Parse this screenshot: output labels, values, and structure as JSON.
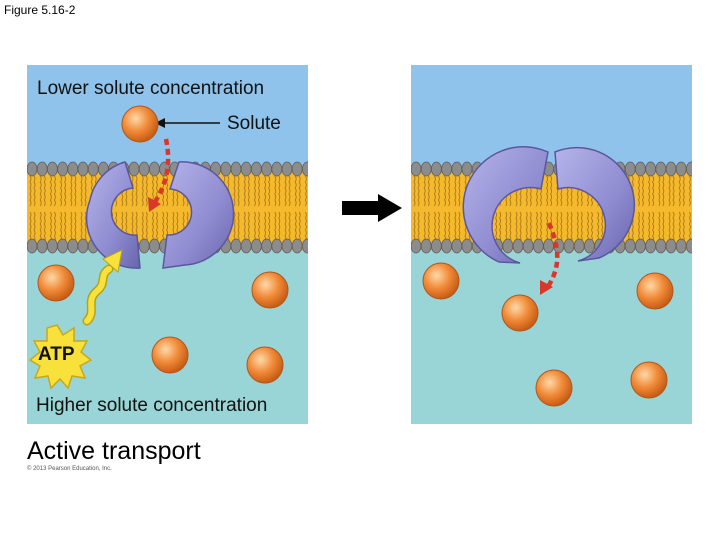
{
  "figure_label": "Figure 5.16-2",
  "left_panel": {
    "top_label": "Lower solute concentration",
    "solute_label": "Solute",
    "atp_label": "ATP",
    "bottom_label": "Higher solute concentration"
  },
  "caption": "Active transport",
  "copyright": "© 2013 Pearson Education, Inc.",
  "colors": {
    "outside": "#8fc3eb",
    "inside": "#99d5d6",
    "head": "#8c8c8c",
    "tail": "#f4b92c",
    "protein": "#8e8bd0",
    "solute": "#f08a38",
    "transport_arrow": "#d8372a",
    "atp": "#f7e13a"
  }
}
